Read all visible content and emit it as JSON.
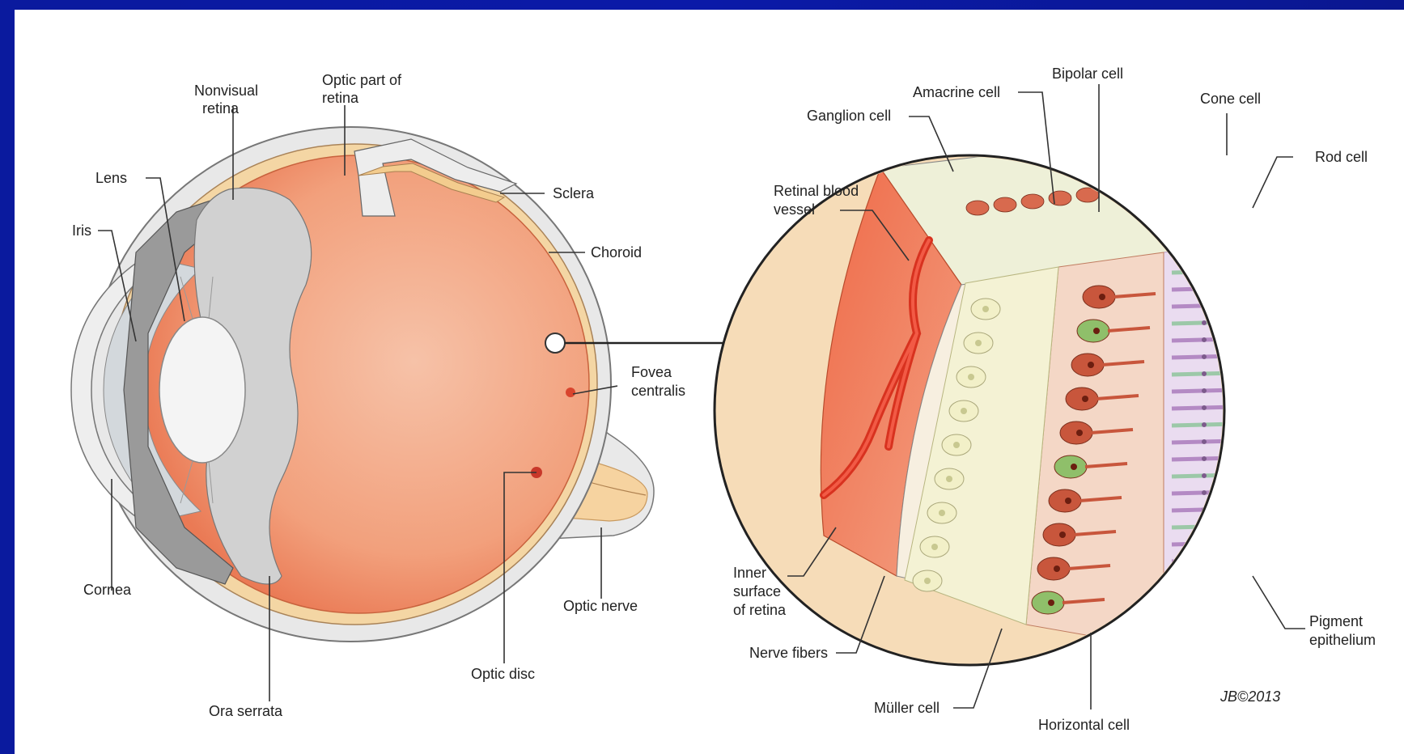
{
  "colors": {
    "frame": "#0b1aa8",
    "background": "#ffffff",
    "retina": "#f2a582",
    "sclera": "#e6e6e6",
    "choroid": "#f3d3a0",
    "bipolar": "#c8563c",
    "amacrine": "#f2f0c8",
    "rod": "#b48ac4",
    "cone": "#9cc8a8",
    "pigment": "#f6cbcd",
    "vessel": "#e03a2a"
  },
  "eye_labels": {
    "nonvisual_retina_1": "Nonvisual",
    "nonvisual_retina_2": "retina",
    "optic_part_1": "Optic part of",
    "optic_part_2": "retina",
    "lens": "Lens",
    "iris": "Iris",
    "sclera": "Sclera",
    "choroid": "Choroid",
    "fovea_1": "Fovea",
    "fovea_2": "centralis",
    "cornea": "Cornea",
    "optic_nerve": "Optic nerve",
    "optic_disc": "Optic disc",
    "ora_serrata": "Ora serrata"
  },
  "retina_labels": {
    "bipolar": "Bipolar cell",
    "amacrine": "Amacrine cell",
    "cone": "Cone cell",
    "ganglion": "Ganglion cell",
    "rod": "Rod cell",
    "vessel_1": "Retinal blood",
    "vessel_2": "vessel",
    "inner_1": "Inner",
    "inner_2": "surface",
    "inner_3": "of retina",
    "nerve_fibers": "Nerve fibers",
    "muller": "Müller cell",
    "horizontal": "Horizontal cell",
    "pigment_1": "Pigment",
    "pigment_2": "epithelium",
    "signature": "JB©2013"
  }
}
